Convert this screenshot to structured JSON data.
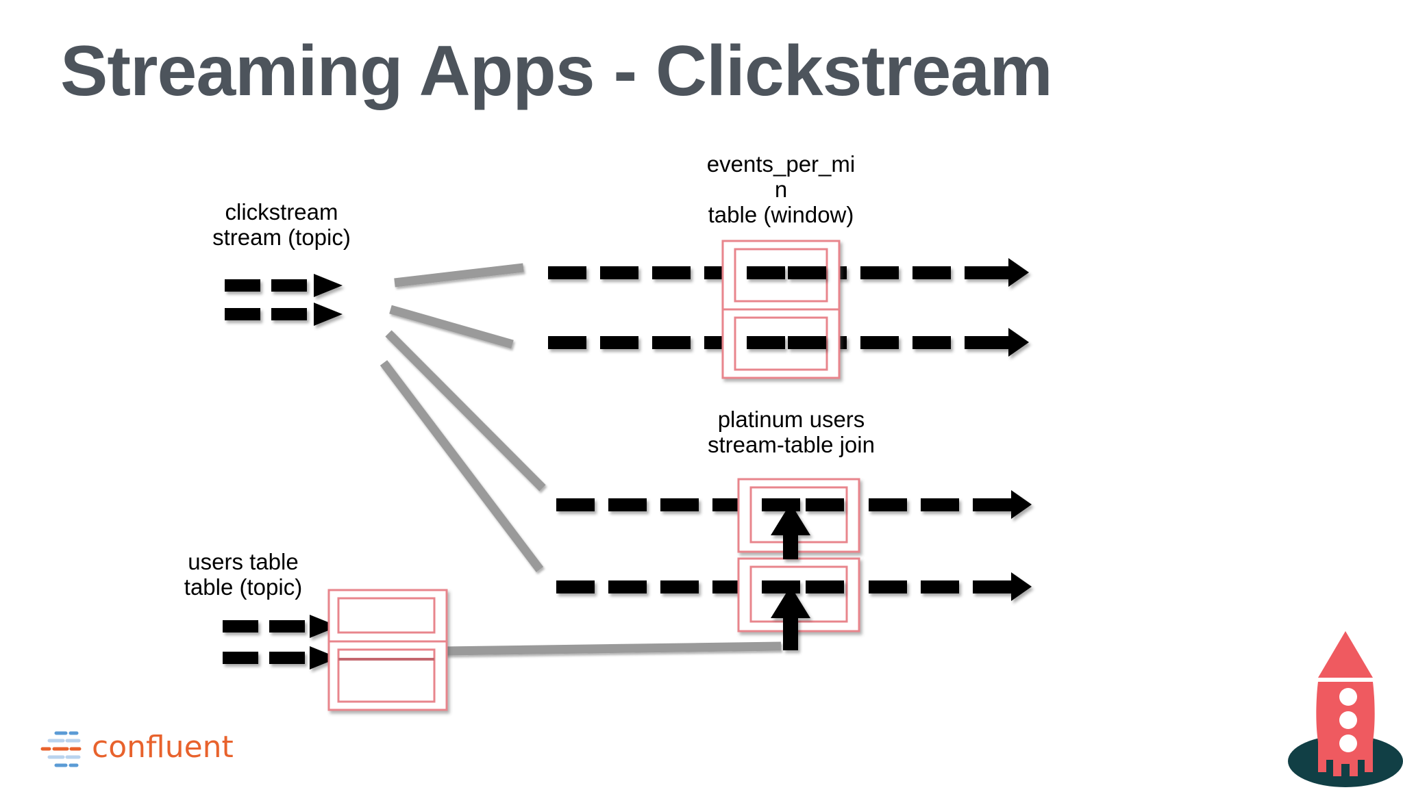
{
  "slide": {
    "title": "Streaming Apps - Clickstream",
    "background": "#ffffff",
    "title_color": "#4d545c"
  },
  "colors": {
    "title": "#4d545c",
    "table_outline": "#e8858c",
    "table_outline_inner": "#e0777f",
    "dash": "#000000",
    "connector": "#9a9a9a",
    "logo_orange": "#e8622c",
    "logo_blue": "#5b9bd5",
    "rocket_body": "#ef5a60",
    "rocket_shadow": "#113f45"
  },
  "labels": {
    "clickstream": {
      "line1": "clickstream",
      "line2": "stream (topic)"
    },
    "events_per_min": {
      "line1": "events_per_mi",
      "line2": "n",
      "line3": "table (window)"
    },
    "platinum_users": {
      "line1": "platinum users",
      "line2": "stream-table join"
    },
    "users_table": {
      "line1": "users table",
      "line2": "table (topic)"
    }
  },
  "nodes": [
    {
      "name": "clickstream-source",
      "kind": "stream",
      "label": "clickstream stream (topic)",
      "streams": 2
    },
    {
      "name": "events-per-min-table",
      "kind": "table-window",
      "label": "events_per_min table (window)",
      "partitions": 2
    },
    {
      "name": "platinum-users-join",
      "kind": "stream-table-join",
      "label": "platinum users stream-table join",
      "partitions": 2
    },
    {
      "name": "users-table-source",
      "kind": "table",
      "label": "users table table (topic)",
      "streams": 2
    }
  ],
  "connectors": [
    {
      "from": "clickstream-source",
      "to": "events-per-min-table"
    },
    {
      "from": "clickstream-source",
      "to": "events-per-min-table"
    },
    {
      "from": "clickstream-source",
      "to": "platinum-users-join"
    },
    {
      "from": "clickstream-source",
      "to": "platinum-users-join"
    },
    {
      "from": "users-table-source",
      "to": "platinum-users-join"
    }
  ],
  "logo": {
    "word": "confluent",
    "mark": "dash-mark-icon"
  },
  "rocket": {
    "name": "rocket-icon",
    "portholes": 3
  }
}
